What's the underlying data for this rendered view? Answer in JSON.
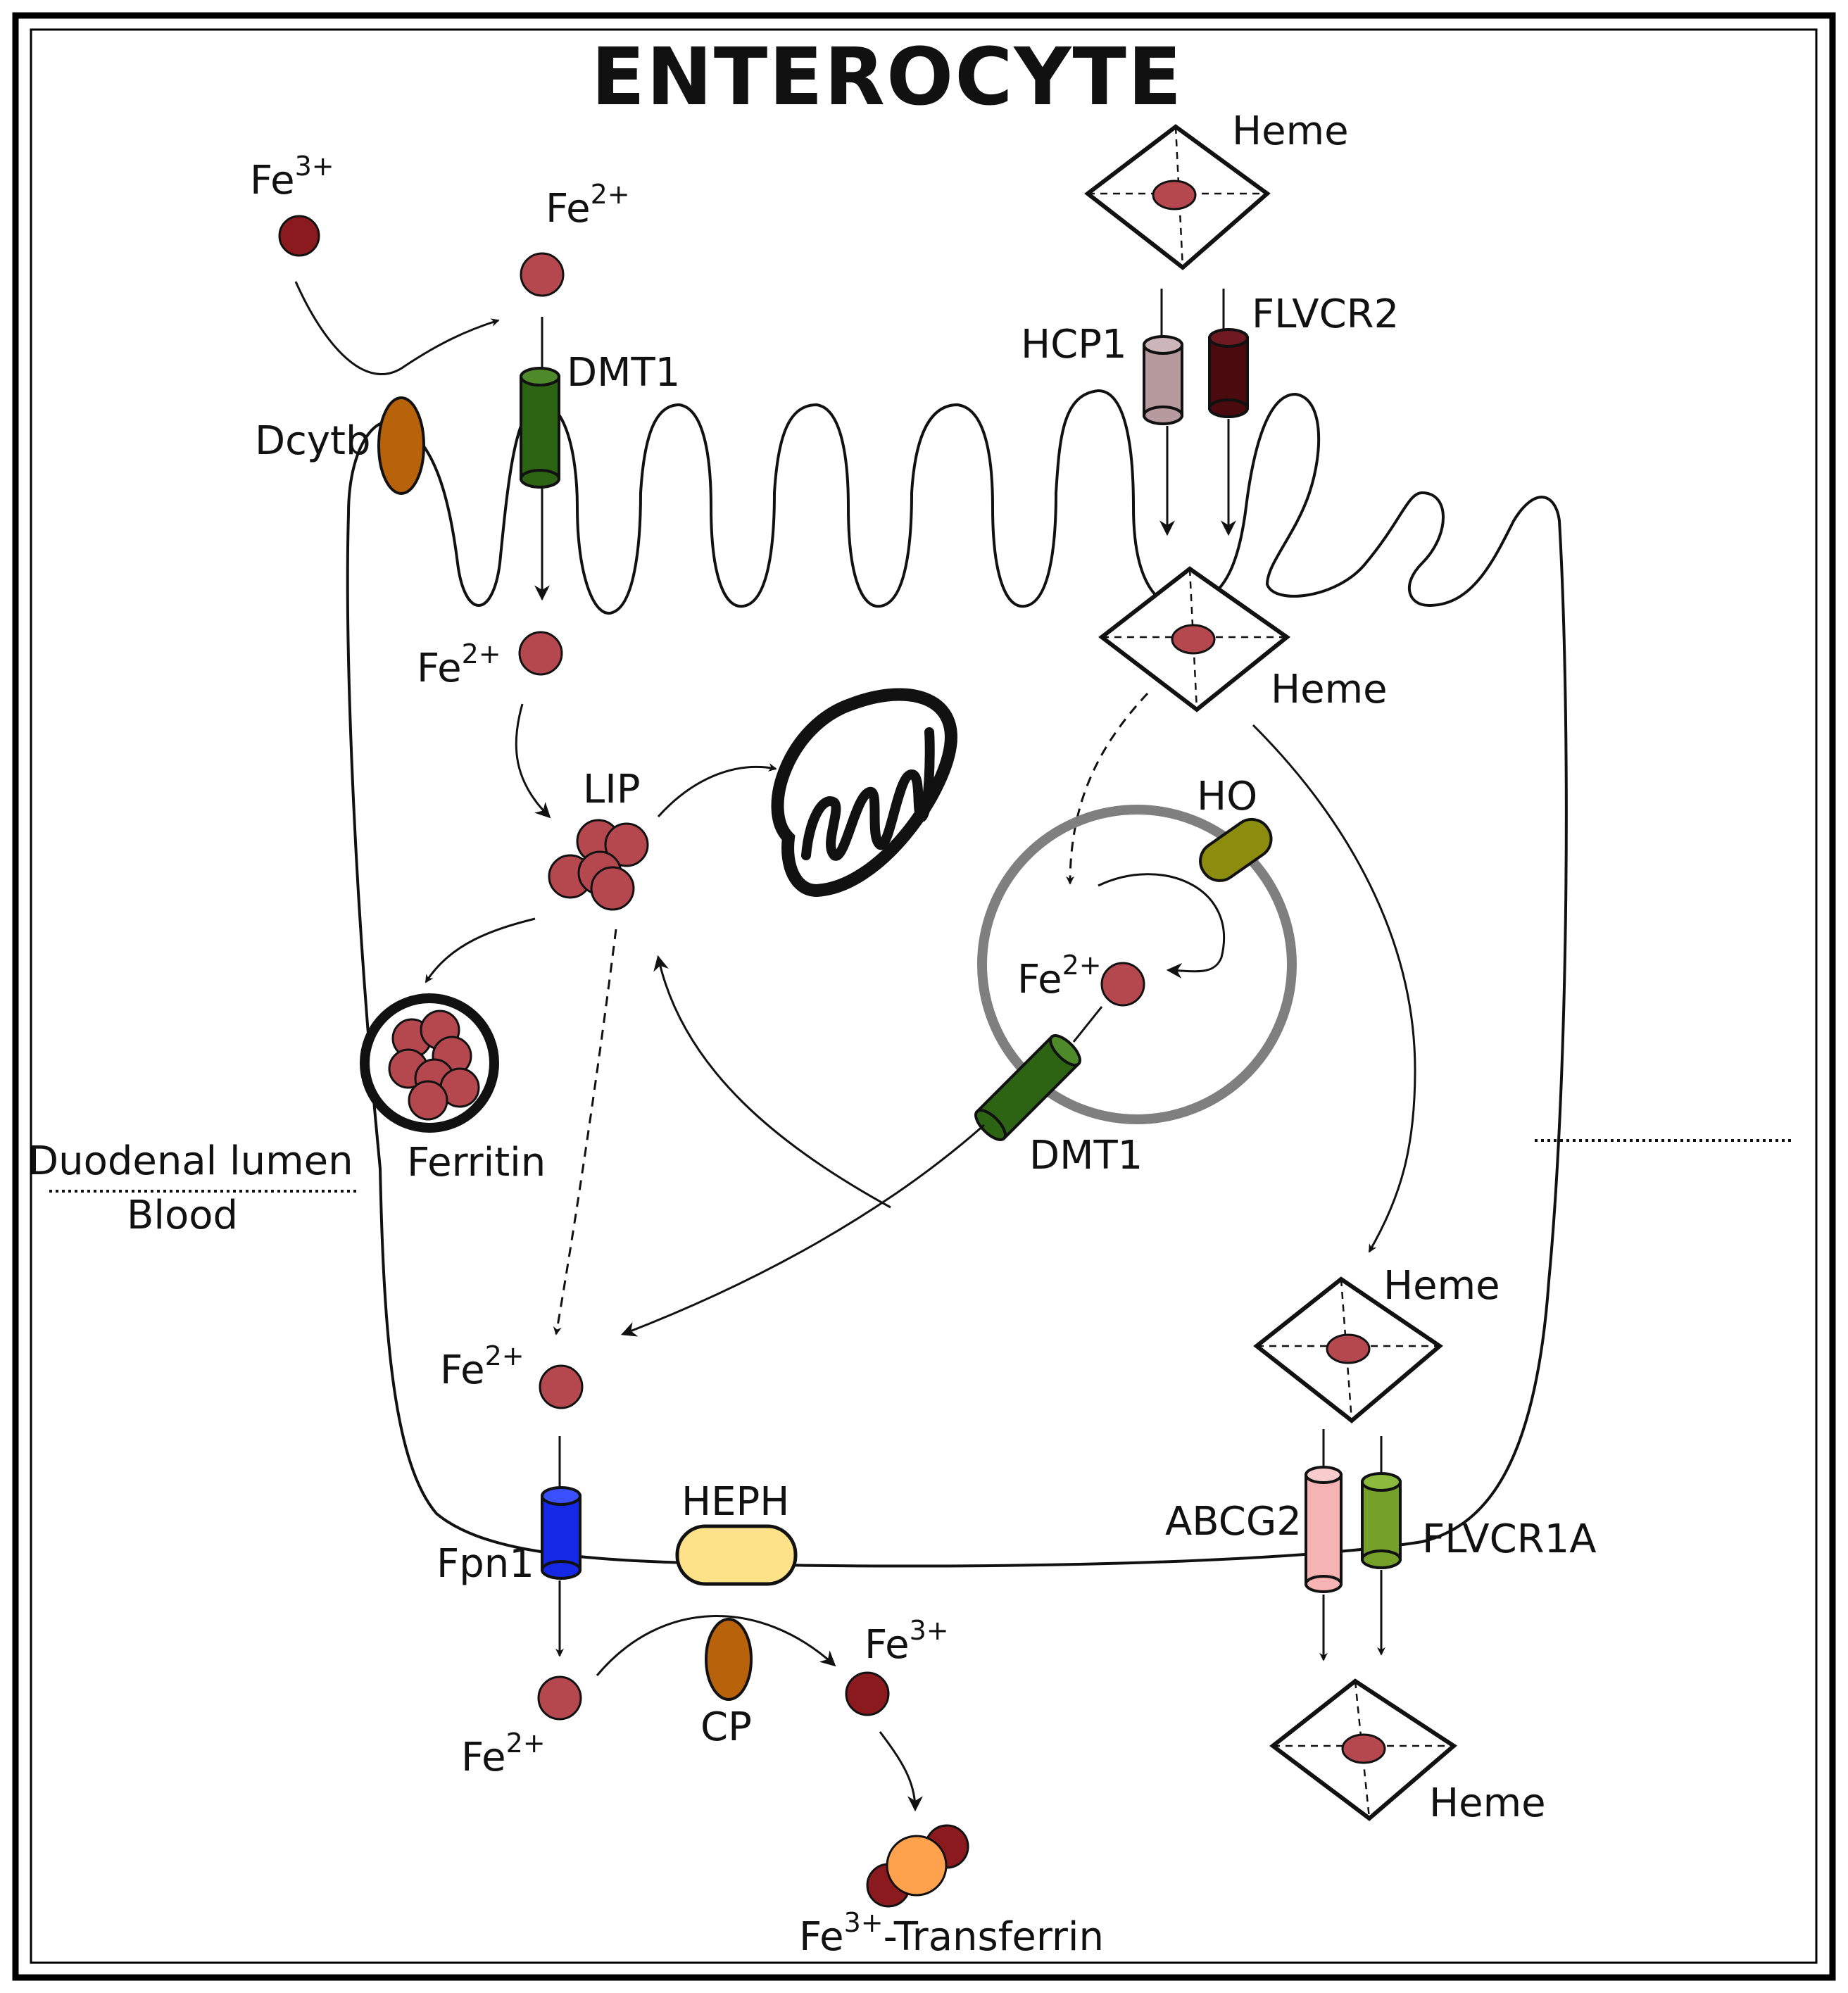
{
  "title": "ENTEROCYTE",
  "labels": {
    "fe3_lumen": {
      "base": "Fe",
      "sup": "3+"
    },
    "fe2_lumen": {
      "base": "Fe",
      "sup": "2+"
    },
    "dcytb": "Dcytb",
    "dmt1_apical": "DMT1",
    "fe2_cyto": {
      "base": "Fe",
      "sup": "2+"
    },
    "lip": "LIP",
    "ferritin": "Ferritin",
    "duodenal_lumen": "Duodenal lumen",
    "blood": "Blood",
    "heme_top": "Heme",
    "hcp1": "HCP1",
    "flvcr2": "FLVCR2",
    "heme_mid": "Heme",
    "ho": "HO",
    "fe2_endo": {
      "base": "Fe",
      "sup": "2+"
    },
    "dmt1_endo": "DMT1",
    "heme_low": "Heme",
    "fe2_baso": {
      "base": "Fe",
      "sup": "2+"
    },
    "fpn1": "Fpn1",
    "heph": "HEPH",
    "abcg2": "ABCG2",
    "flvcr1a": "FLVCR1A",
    "fe2_blood": {
      "base": "Fe",
      "sup": "2+"
    },
    "cp": "CP",
    "fe3_blood": {
      "base": "Fe",
      "sup": "3+"
    },
    "transferrin": {
      "base": "Fe",
      "sup": "3+",
      "suffix": "-Transferrin"
    },
    "heme_blood": "Heme"
  },
  "colors": {
    "iron_ferrous": "#b5474f",
    "iron_ferric": "#8b1a1e",
    "dcytb": "#b8630c",
    "dmt1": "#2d6414",
    "hcp1": "#b69a9e",
    "flvcr2": "#4a0a0e",
    "ho": "#8c8c0f",
    "endosome": "#7f7f7f",
    "fpn1": "#1428e6",
    "heph": "#fde28a",
    "abcg2": "#f5b3b3",
    "flvcr1a": "#75a02a",
    "cp": "#b8630c",
    "transferrin": "#ffa24d"
  }
}
